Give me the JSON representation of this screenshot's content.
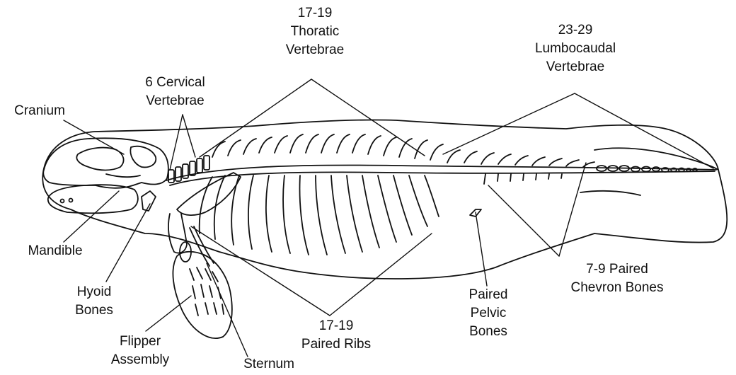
{
  "labels": {
    "thoracic_vertebrae": [
      "17-19",
      "Thoratic",
      "Vertebrae"
    ],
    "lumbocaudal_vertebrae": [
      "23-29",
      "Lumbocaudal",
      "Vertebrae"
    ],
    "cervical_vertebrae": [
      "6 Cervical",
      "Vertebrae"
    ],
    "cranium": [
      "Cranium"
    ],
    "mandible": [
      "Mandible"
    ],
    "hyoid_bones": [
      "Hyoid",
      "Bones"
    ],
    "flipper_assembly": [
      "Flipper",
      "Assembly"
    ],
    "sternum": [
      "Sternum"
    ],
    "paired_ribs": [
      "17-19",
      "Paired Ribs"
    ],
    "paired_pelvic_bones": [
      "Paired",
      "Pelvic",
      "Bones"
    ],
    "paired_chevron_bones": [
      "7-9 Paired",
      "Chevron Bones"
    ]
  },
  "colors": {
    "ink": "#111111",
    "background": "#ffffff"
  }
}
